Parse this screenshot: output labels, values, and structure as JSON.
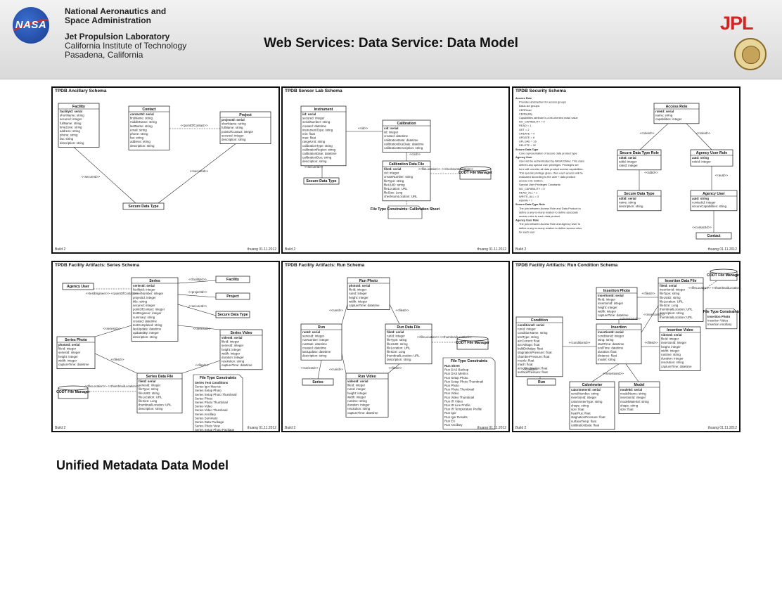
{
  "header": {
    "agency_line1": "National Aeronautics and",
    "agency_line2": "Space Administration",
    "lab_name": "Jet Propulsion Laboratory",
    "lab_institute": "California Institute of Technology",
    "lab_location": "Pasadena, California",
    "title": "Web Services: Data Service: Data Model",
    "nasa_logo_text": "NASA",
    "jpl_logo_text": "JPL"
  },
  "panels": [
    {
      "id": "ancillary",
      "title": "TPDB Ancillary Schema",
      "footer_left": "Build 2",
      "footer_right": "thuang 01.11.2012",
      "entities": [
        {
          "name": "Facility",
          "attrs": [
            "facilityId: serial",
            "shortName: string",
            "secured: integer",
            "fullName: string",
            "timeZone: string",
            "address: string",
            "phone: string",
            "fax: string",
            "description: string"
          ]
        },
        {
          "name": "Contact",
          "attrs": [
            "contactId: serial",
            "firstName: string",
            "middleName: string",
            "lastName: string",
            "email: string",
            "phone: string",
            "fax: string",
            "address: string",
            "description: string"
          ]
        },
        {
          "name": "Project",
          "attrs": [
            "projectId: serial",
            "shortName: string",
            "fullName: string",
            "pointOfContact: integer",
            "secured: integer",
            "description: string"
          ]
        },
        {
          "name": "Secure Data Type",
          "attrs": []
        }
      ],
      "relations": [
        "<<pointOfContact>>",
        "<<secureId>>",
        "<<secureId>>"
      ]
    },
    {
      "id": "sensorlab",
      "title": "TPDB Sensor Lab Schema",
      "footer_left": "Build 2",
      "footer_right": "thuang 01.11.2012",
      "entities": [
        {
          "name": "Instrument",
          "attrs": [
            "iid: serial",
            "secured: integer",
            "serialNumber: string",
            "created: datetime",
            "instrumentType: string",
            "min: float",
            "max: float",
            "rangeUnit: string",
            "calibrationType: string",
            "calibrationRegion: string",
            "calibrationDate: datetime",
            "calibrationDue: string",
            "description: string"
          ]
        },
        {
          "name": "Calibration",
          "attrs": [
            "cid: serial",
            "iid: integer",
            "created: datetime",
            "calibrationDate: datetime",
            "calibrationDueDate: datetime",
            "calibrationDescription: string"
          ]
        },
        {
          "name": "Calibration Data File",
          "attrs": [
            "fileId: serial",
            "cid: integer",
            "createNumber: string",
            "fileType: string",
            "fileUUID: string",
            "fileLocation: URL",
            "fileSize: Long",
            "checksumLocation: URL"
          ]
        },
        {
          "name": "CODT File Manager",
          "attrs": []
        },
        {
          "name": "Secure Data Type",
          "attrs": []
        },
        {
          "name": "File Type Constraints: Calibration Sheet",
          "attrs": []
        }
      ],
      "relations": [
        "<<iid>>",
        "<<cid>>",
        "<<fileLocation>> <<checksumLocation>>",
        "<<secureId>>"
      ]
    },
    {
      "id": "security",
      "title": "TPDB Security Schema",
      "footer_left": "Build 2",
      "footer_right": "thuang 01.11.2012",
      "notes": [
        "Access Role",
        "Provides abstraction for access groups",
        "Basic-ish groups:",
        "CERRead",
        "CERfacility",
        "Capabilities attribute is a bit-oriented mask value",
        "NO_CAPABILITY = 0",
        "READ = 1",
        "GET = 2",
        "CREATE = 4",
        "UPDATE = 8",
        "UPLOAD = 16",
        "DELETE = 32",
        "Secure Data Type",
        "Core representation of secure data product type",
        "Agency User",
        "User will be authenticated by NASA IDMax. This class",
        "defines any special user privileges. Privileges set",
        "here will override all data product access capabilities.",
        "This special privilege given, then each access will be",
        "evaluated according to the user + data product",
        "access role relation.",
        "Special User Privileges Constants:",
        "NO_CAPABILITY = 0",
        "READ_ALL = 1",
        "WRITE_ALL = 3",
        "ADMIN = 7",
        "Secure Data Type Role",
        "The join between Access Role and Data Product to",
        "define a any-to-many relation to define associate",
        "access roles to each data product",
        "Agency User Role",
        "The join between Access Role and Agency User to",
        "define a any-to-many relation to define access roles",
        "for each user"
      ],
      "entities": [
        {
          "name": "Access Role",
          "attrs": [
            "roleId: serial",
            "name: string",
            "capabilities: integer"
          ]
        },
        {
          "name": "Secure Data Type Role",
          "attrs": [
            "sdtId: serial",
            "sdtId: integer",
            "roleId: integer"
          ]
        },
        {
          "name": "Agency User Role",
          "attrs": [
            "auId: string",
            "roleId: integer"
          ]
        },
        {
          "name": "Secure Data Type",
          "attrs": [
            "sdtId: serial",
            "name: string",
            "description: string"
          ]
        },
        {
          "name": "Agency User",
          "attrs": [
            "auId: string",
            "contactId: integer",
            "secureCapabilities: string"
          ]
        },
        {
          "name": "Contact",
          "attrs": []
        }
      ],
      "relations": [
        "<<roleId>>",
        "<<roleId>>",
        "<<sdtId>>",
        "<<auId>>",
        "<<contactId>>"
      ]
    },
    {
      "id": "series",
      "title": "TPDB Facility Artifacts: Series Schema",
      "footer_left": "Build 2",
      "footer_right": "thuang 01.11.2012",
      "entities": [
        {
          "name": "Series",
          "attrs": [
            "seriesId: serial",
            "facilityId: integer",
            "seriesNumber: integer",
            "projectId: integer",
            "title: string",
            "secured: integer",
            "pointOfContact: integer",
            "testEngineer: integer",
            "summary: string",
            "created: datetime",
            "testCompleted: string",
            "lastUpdate: datetime",
            "updatedBy: integer",
            "description: string"
          ]
        },
        {
          "name": "Agency User",
          "attrs": []
        },
        {
          "name": "Facility",
          "attrs": []
        },
        {
          "name": "Project",
          "attrs": []
        },
        {
          "name": "Secure Data Type",
          "attrs": []
        },
        {
          "name": "Series Photo",
          "attrs": [
            "photoId: serial",
            "fileId: integer",
            "seriesId: integer",
            "height: integer",
            "width: integer",
            "captureTime: datetime"
          ]
        },
        {
          "name": "Series Video",
          "attrs": [
            "videoId: serial",
            "fileId: integer",
            "seriesId: integer",
            "height: integer",
            "width: integer",
            "duration: integer",
            "resolution: string",
            "captureTime: datetime"
          ]
        },
        {
          "name": "Series Data File",
          "attrs": [
            "fileId: serial",
            "seriesId: integer",
            "fileType: string",
            "fileUUID: string",
            "fileLocation: URL",
            "fileSize: Long",
            "thumbnailLocation: URL",
            "description: string"
          ]
        },
        {
          "name": "CODT File Manager",
          "attrs": []
        },
        {
          "name": "File Type Constraints",
          "attrs": [
            "Series Test Conditions",
            "Series Igor Macros",
            "Series Setup Photo",
            "Series Setup Photo Thumbnail",
            "Series Photo",
            "Series Photo Thumbnail",
            "Series Video",
            "Series Video Thumbnail",
            "Series Ancillary",
            "Series Summary",
            "Series Data Package",
            "Series Photo View",
            "Series Setup Photo Package",
            "Series Photo Package"
          ]
        }
      ],
      "relations": [
        "<<testEngineer>> <<pointOfContact>>",
        "<<facilityId>>",
        "<<projectId>>",
        "<<secureId>>",
        "<<seriesId>>",
        "<<seriesId>>",
        "<<fileId>>",
        "<<fileId>>",
        "<<fileLocation>> <<thumbnailLocation>>"
      ]
    },
    {
      "id": "run",
      "title": "TPDB Facility Artifacts: Run Schema",
      "footer_left": "Build 2",
      "footer_right": "thuang 01.11.2012",
      "entities": [
        {
          "name": "Run Photo",
          "attrs": [
            "photoId: serial",
            "fileId: integer",
            "runId: integer",
            "height: integer",
            "width: integer",
            "captureTime: datetime"
          ]
        },
        {
          "name": "Run",
          "attrs": [
            "runId: serial",
            "seriesId: integer",
            "runNumber: integer",
            "runDate: datetime",
            "created: datetime",
            "lastUpdate: datetime",
            "description: string"
          ]
        },
        {
          "name": "Run Data File",
          "attrs": [
            "fileId: serial",
            "runId: integer",
            "fileType: string",
            "fileUUID: string",
            "fileLocation: URL",
            "fileSize: Long",
            "thumbnailLocation: URL",
            "description: string"
          ]
        },
        {
          "name": "Run Video",
          "attrs": [
            "videoId: serial",
            "fileId: integer",
            "runId: integer",
            "height: integer",
            "width: integer",
            "runtime: string",
            "duration: integer",
            "resolution: string",
            "captureTime: datetime"
          ]
        },
        {
          "name": "Series",
          "attrs": []
        },
        {
          "name": "CODT File Manager",
          "attrs": []
        },
        {
          "name": "File Type Constraints",
          "attrs": [
            "Run Sheet",
            "Run DAS Backup",
            "Run DAS Metrics",
            "Run Setup Photo",
            "Run Setup Photo Thumbnail",
            "Run Photo",
            "Run Photo Thumbnail",
            "Run Video",
            "Run Video Thumbnail",
            "Run IR Video",
            "Run IR Line Profile",
            "Run IR Temperature Profile",
            "Run Igor",
            "Run Igor Results",
            "Run EU",
            "Run Ancillary"
          ]
        }
      ],
      "relations": [
        "<<runId>>",
        "<<fileId>>",
        "<<runId>>",
        "<<fileId>>",
        "<<seriesId>>",
        "<<fileLocation>> <<thumbnailLocation>>"
      ]
    },
    {
      "id": "runcondition",
      "title": "TPDB Facility Artifacts: Run Condition Schema",
      "footer_left": "Build 2",
      "footer_right": "thuang 01.11.2012",
      "entities": [
        {
          "name": "Insertion Photo",
          "attrs": [
            "insertionId: serial",
            "fileId: integer",
            "insertionId: integer",
            "height: integer",
            "width: integer",
            "captureTime: datetime"
          ]
        },
        {
          "name": "Insertion Data File",
          "attrs": [
            "fileId: serial",
            "insertionId: integer",
            "fileType: string",
            "fileUUID: string",
            "fileLocation: URL",
            "fileSize: Long",
            "thumbnailLocation: URL",
            "description: string",
            "thumbnailLocation: URL"
          ]
        },
        {
          "name": "CODT File Manager",
          "attrs": []
        },
        {
          "name": "Condition",
          "attrs": [
            "conditionId: serial",
            "runId: integer",
            "conditionName: string",
            "testType: string",
            "arcCurrent: float",
            "arcVoltage: float",
            "bulkEnthalpy: float",
            "stagnationPressure: float",
            "chamberPressure: float",
            "nozzle: float",
            "mach: float",
            "airsoftInclination: float",
            "surfacePressure: float"
          ]
        },
        {
          "name": "Insertion",
          "attrs": [
            "insertionId: serial",
            "conditionId: integer",
            "sting: string",
            "startTime: datetime",
            "endTime: datetime",
            "duration: float",
            "distance: float",
            "model: string"
          ]
        },
        {
          "name": "Insertion Video",
          "attrs": [
            "videoId: serial",
            "fileId: integer",
            "insertionId: integer",
            "height: integer",
            "width: integer",
            "runtime: string",
            "duration: integer",
            "resolution: string",
            "captureTime: datetime"
          ]
        },
        {
          "name": "Run",
          "attrs": []
        },
        {
          "name": "Calorimeter",
          "attrs": [
            "calorimeterId: serial",
            "serialNumber: string",
            "insertionId: integer",
            "calorimeterType: string",
            "shape: string",
            "size: float",
            "heatFlux: float",
            "stagnationPressure: float",
            "surfaceTemp: float",
            "calibrationDate: float"
          ]
        },
        {
          "name": "Model",
          "attrs": [
            "modelId: serial",
            "modelName: string",
            "insertionId: integer",
            "modelMaterial: string",
            "shape: string",
            "size: float"
          ]
        },
        {
          "name": "File Type Constraints",
          "attrs": [
            "Insertion Photo",
            "Insertion Video",
            "Insertion Ancillary"
          ]
        }
      ],
      "relations": [
        "<<fileLocation>> <<thumbnailLocation>>",
        "<<fileId>>",
        "<<insertionId>>",
        "<<insertionId>>",
        "<<fileId>>",
        "<<conditionId>>",
        "<<insertionId>>",
        "<<runId>>"
      ]
    }
  ],
  "footer": {
    "caption": "Unified Metadata Data Model"
  }
}
